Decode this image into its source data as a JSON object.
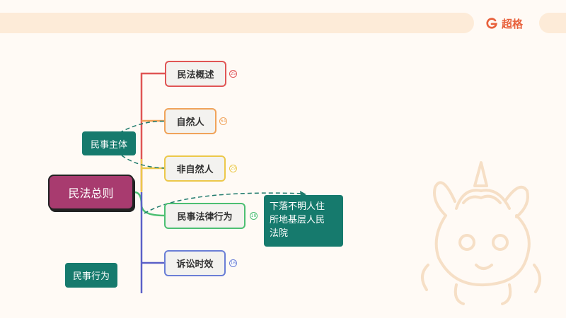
{
  "brand": {
    "name": "超格",
    "icon": "brand-g-icon",
    "color": "#e8613c"
  },
  "mindmap": {
    "root": {
      "label": "民法总则",
      "color": "#a83b6f"
    },
    "children": [
      {
        "label": "民法概述",
        "count": "25",
        "color": "#e05555"
      },
      {
        "label": "自然人",
        "count": "64",
        "color": "#f0a35a"
      },
      {
        "label": "非自然人",
        "count": "29",
        "color": "#ecc84a"
      },
      {
        "label": "民事法律行为",
        "count": "18",
        "color": "#4cbf72"
      },
      {
        "label": "诉讼时效",
        "count": "16",
        "color": "#6a7ed6"
      }
    ]
  },
  "notes": {
    "subject": "民事主体",
    "act": "民事行为",
    "court": "下落不明人住\n所地基层人民\n法院"
  },
  "decoration": {
    "mascot": "unicorn-mascot-watermark"
  }
}
